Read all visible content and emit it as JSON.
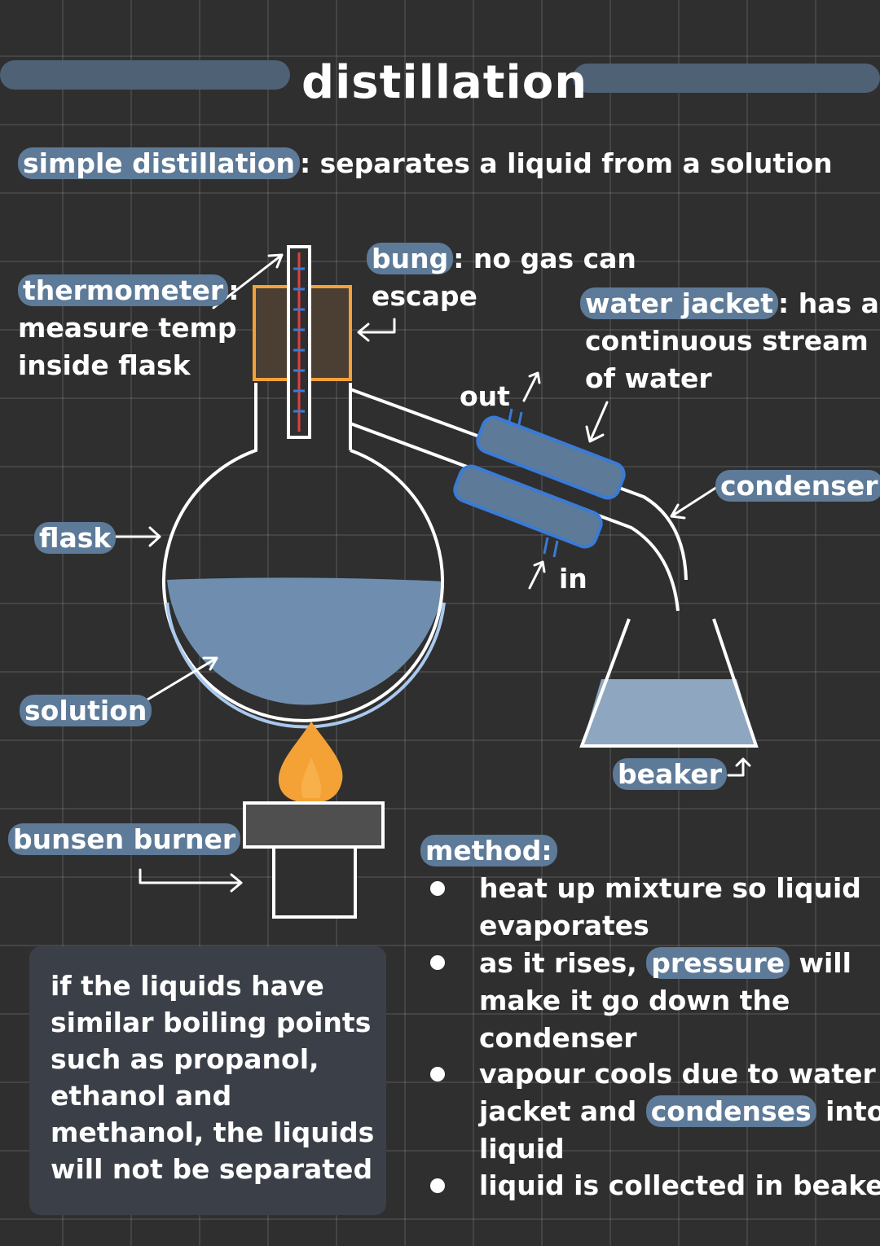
{
  "title": "distillation",
  "intro": {
    "term": "simple distillation",
    "definition": ": separates a liquid from a solution"
  },
  "labels": {
    "thermometer": {
      "term": "thermometer",
      "colon": ":",
      "lines": [
        "measure temp",
        "inside flask"
      ]
    },
    "bung": {
      "term": "bung",
      "rest": ": no gas can",
      "line2": "escape"
    },
    "water_jacket": {
      "term": "water jacket",
      "rest": ": has a",
      "lines": [
        "continuous stream",
        "of water"
      ]
    },
    "out": "out",
    "in": "in",
    "condenser": "condenser",
    "flask": "flask",
    "solution": "solution",
    "beaker": "beaker",
    "bunsen_burner": "bunsen burner"
  },
  "note": {
    "lines": [
      "if the liquids have",
      "similar boiling points",
      "such as propanol,",
      "ethanol and",
      "methanol, the liquids",
      "will not be separated"
    ]
  },
  "method": {
    "heading": "method:",
    "step1": {
      "lines": [
        "heat up mixture so liquid",
        "evaporates"
      ]
    },
    "step2": {
      "pre": "as it rises, ",
      "hl": "pressure",
      "post": " will",
      "lines": [
        "make it go down the",
        "condenser"
      ]
    },
    "step3": {
      "line1": "vapour cools due to water",
      "pre": "jacket and ",
      "hl": "condenses",
      "post": " into",
      "line3": "liquid"
    },
    "step4": {
      "line1": "liquid is collected in beaker"
    }
  },
  "colors": {
    "background": "#2f2f2f",
    "highlight": "#5d7a98",
    "liquid": "#6f8eaf",
    "bung": "#f2a23a",
    "flame": "#f4a236",
    "thermometer_red": "#e04040",
    "thermometer_blue": "#3a7bd5",
    "note_box": "#3b4048"
  }
}
